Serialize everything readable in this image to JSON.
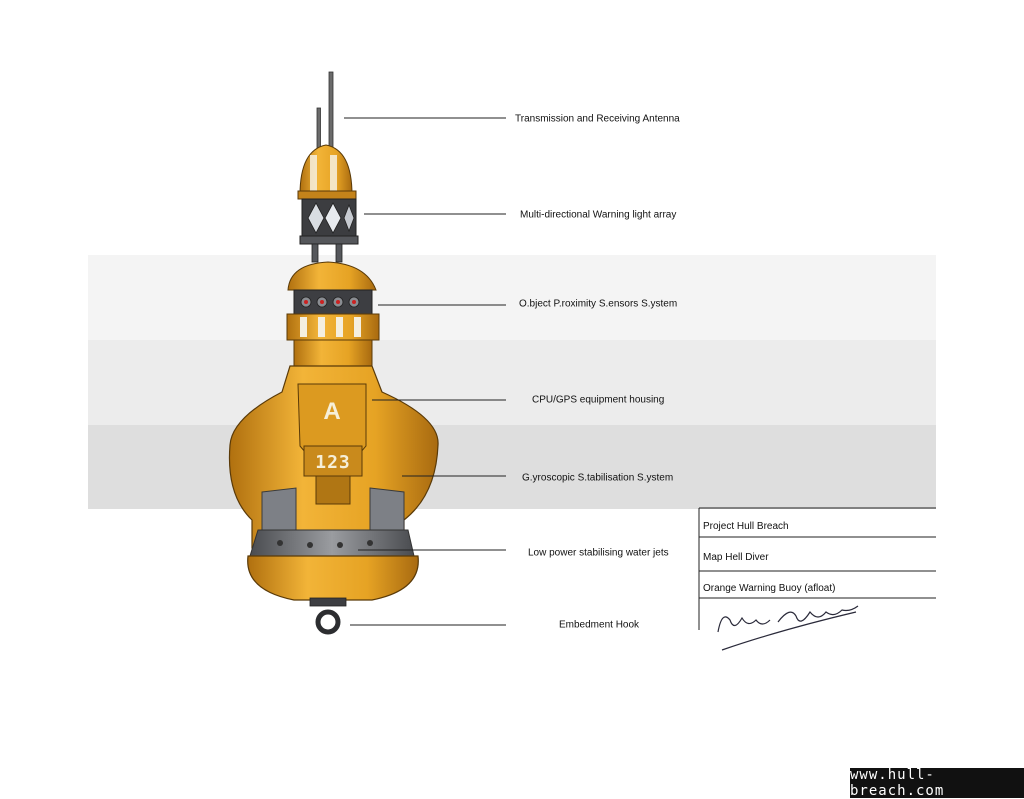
{
  "labels": [
    "Transmission and Receiving Antenna",
    "Multi-directional Warning light array",
    "O.bject P.roximity S.ensors S.ystem",
    "CPU/GPS equipment housing",
    "G.yroscopic S.tabilisation S.ystem",
    "Low power stabilising water jets",
    "Embedment Hook"
  ],
  "title_block": {
    "project": "Project Hull Breach",
    "map": "Map Hell Diver",
    "item": "Orange Warning Buoy (afloat)",
    "signature": "Aaron Pritchard"
  },
  "buoy": {
    "emblem": "A",
    "number": "123",
    "body_color": "#e9a520",
    "dark_color": "#8a5a10",
    "metal_color": "#6e7177"
  },
  "footer": {
    "url": "www.hull-breach.com"
  }
}
